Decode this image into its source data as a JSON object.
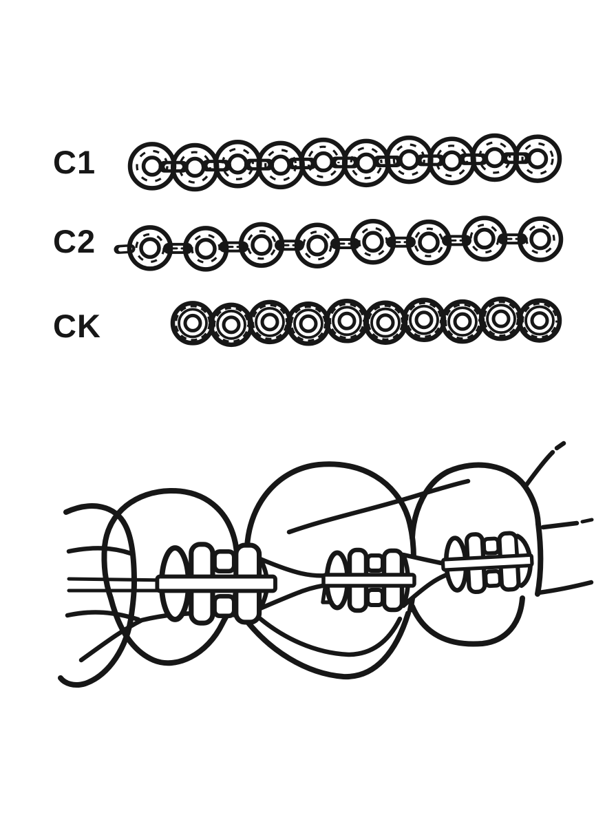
{
  "page": {
    "background_color": "#ffffff",
    "ink_color": "#171717"
  },
  "chain_rows": [
    {
      "label": "C1",
      "modules": 10,
      "style": "closed"
    },
    {
      "label": "C2",
      "modules": 8,
      "style": "linked"
    },
    {
      "label": "CK",
      "modules": 10,
      "style": "contact"
    }
  ],
  "illustration": {
    "teeth_visible": 3,
    "brackets_visible": 3,
    "chain_segments_between_brackets": 2
  }
}
